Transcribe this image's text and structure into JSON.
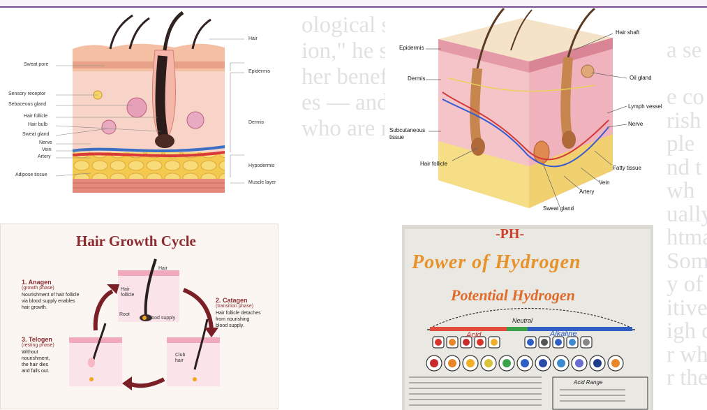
{
  "background_text": {
    "lines": [
      "ological sti",
      "ion,\" he s",
      "her benef",
      "es — and",
      "who are no",
      "a se",
      "e co",
      "rish",
      "ple",
      "nd t",
      "wh",
      "ually",
      "htma",
      "Som",
      "y of th",
      "itive.",
      "igh do",
      "r who",
      "r the"
    ]
  },
  "skin_diagram_1": {
    "left_labels": [
      "Sweat pore",
      "Sensory receptor",
      "Sebaceous gland",
      "Hair follicle",
      "Hair bulb",
      "Sweat gland",
      "Nerve",
      "Vein",
      "Artery",
      "Adipose tissue"
    ],
    "right_labels": [
      "Hair",
      "Epidermis",
      "Dermis",
      "Hypodermis",
      "Muscle layer"
    ]
  },
  "skin_diagram_2": {
    "left_labels": [
      "Epidermis",
      "Dermis",
      "Subcutaneous tissue",
      "Hair follicle"
    ],
    "right_labels": [
      "Hair shaft",
      "Oil gland",
      "Lymph vessel",
      "Nerve",
      "Fatty tissue",
      "Vein",
      "Artery",
      "Sweat gland"
    ]
  },
  "hair_cycle": {
    "title": "Hair Growth Cycle",
    "anagen": {
      "title": "1. Anagen",
      "sub": "(growth phase)",
      "desc": [
        "Nourishment of hair follicle",
        "via blood supply enables",
        "hair growth."
      ]
    },
    "catagen": {
      "title": "2. Catagen",
      "sub": "(transition phase)",
      "desc": [
        "Hair follicle detaches",
        "from nourishing",
        "blood supply."
      ]
    },
    "telogen": {
      "title": "3. Telogen",
      "sub": "(resting phase)",
      "desc": [
        "Without",
        "nourishment,",
        "the hair dies",
        "and falls out."
      ]
    },
    "tags": {
      "hair": "Hair",
      "follicle": "Hair follicle",
      "root": "Root",
      "blood": "Blood supply",
      "club": "Club hair"
    }
  },
  "ph_poster": {
    "top": "-PH-",
    "line1": "Power of Hydrogen",
    "line2": "Potential Hydrogen",
    "neutral": "Neutral",
    "acid": "Acid",
    "alkaline": "Alkaline",
    "acid_range": "Acid Range"
  },
  "colors": {
    "accent": "#7b4d92",
    "title_red": "#8b2a2f",
    "skin": "#f0bba6",
    "fat": "#f5d46a"
  }
}
